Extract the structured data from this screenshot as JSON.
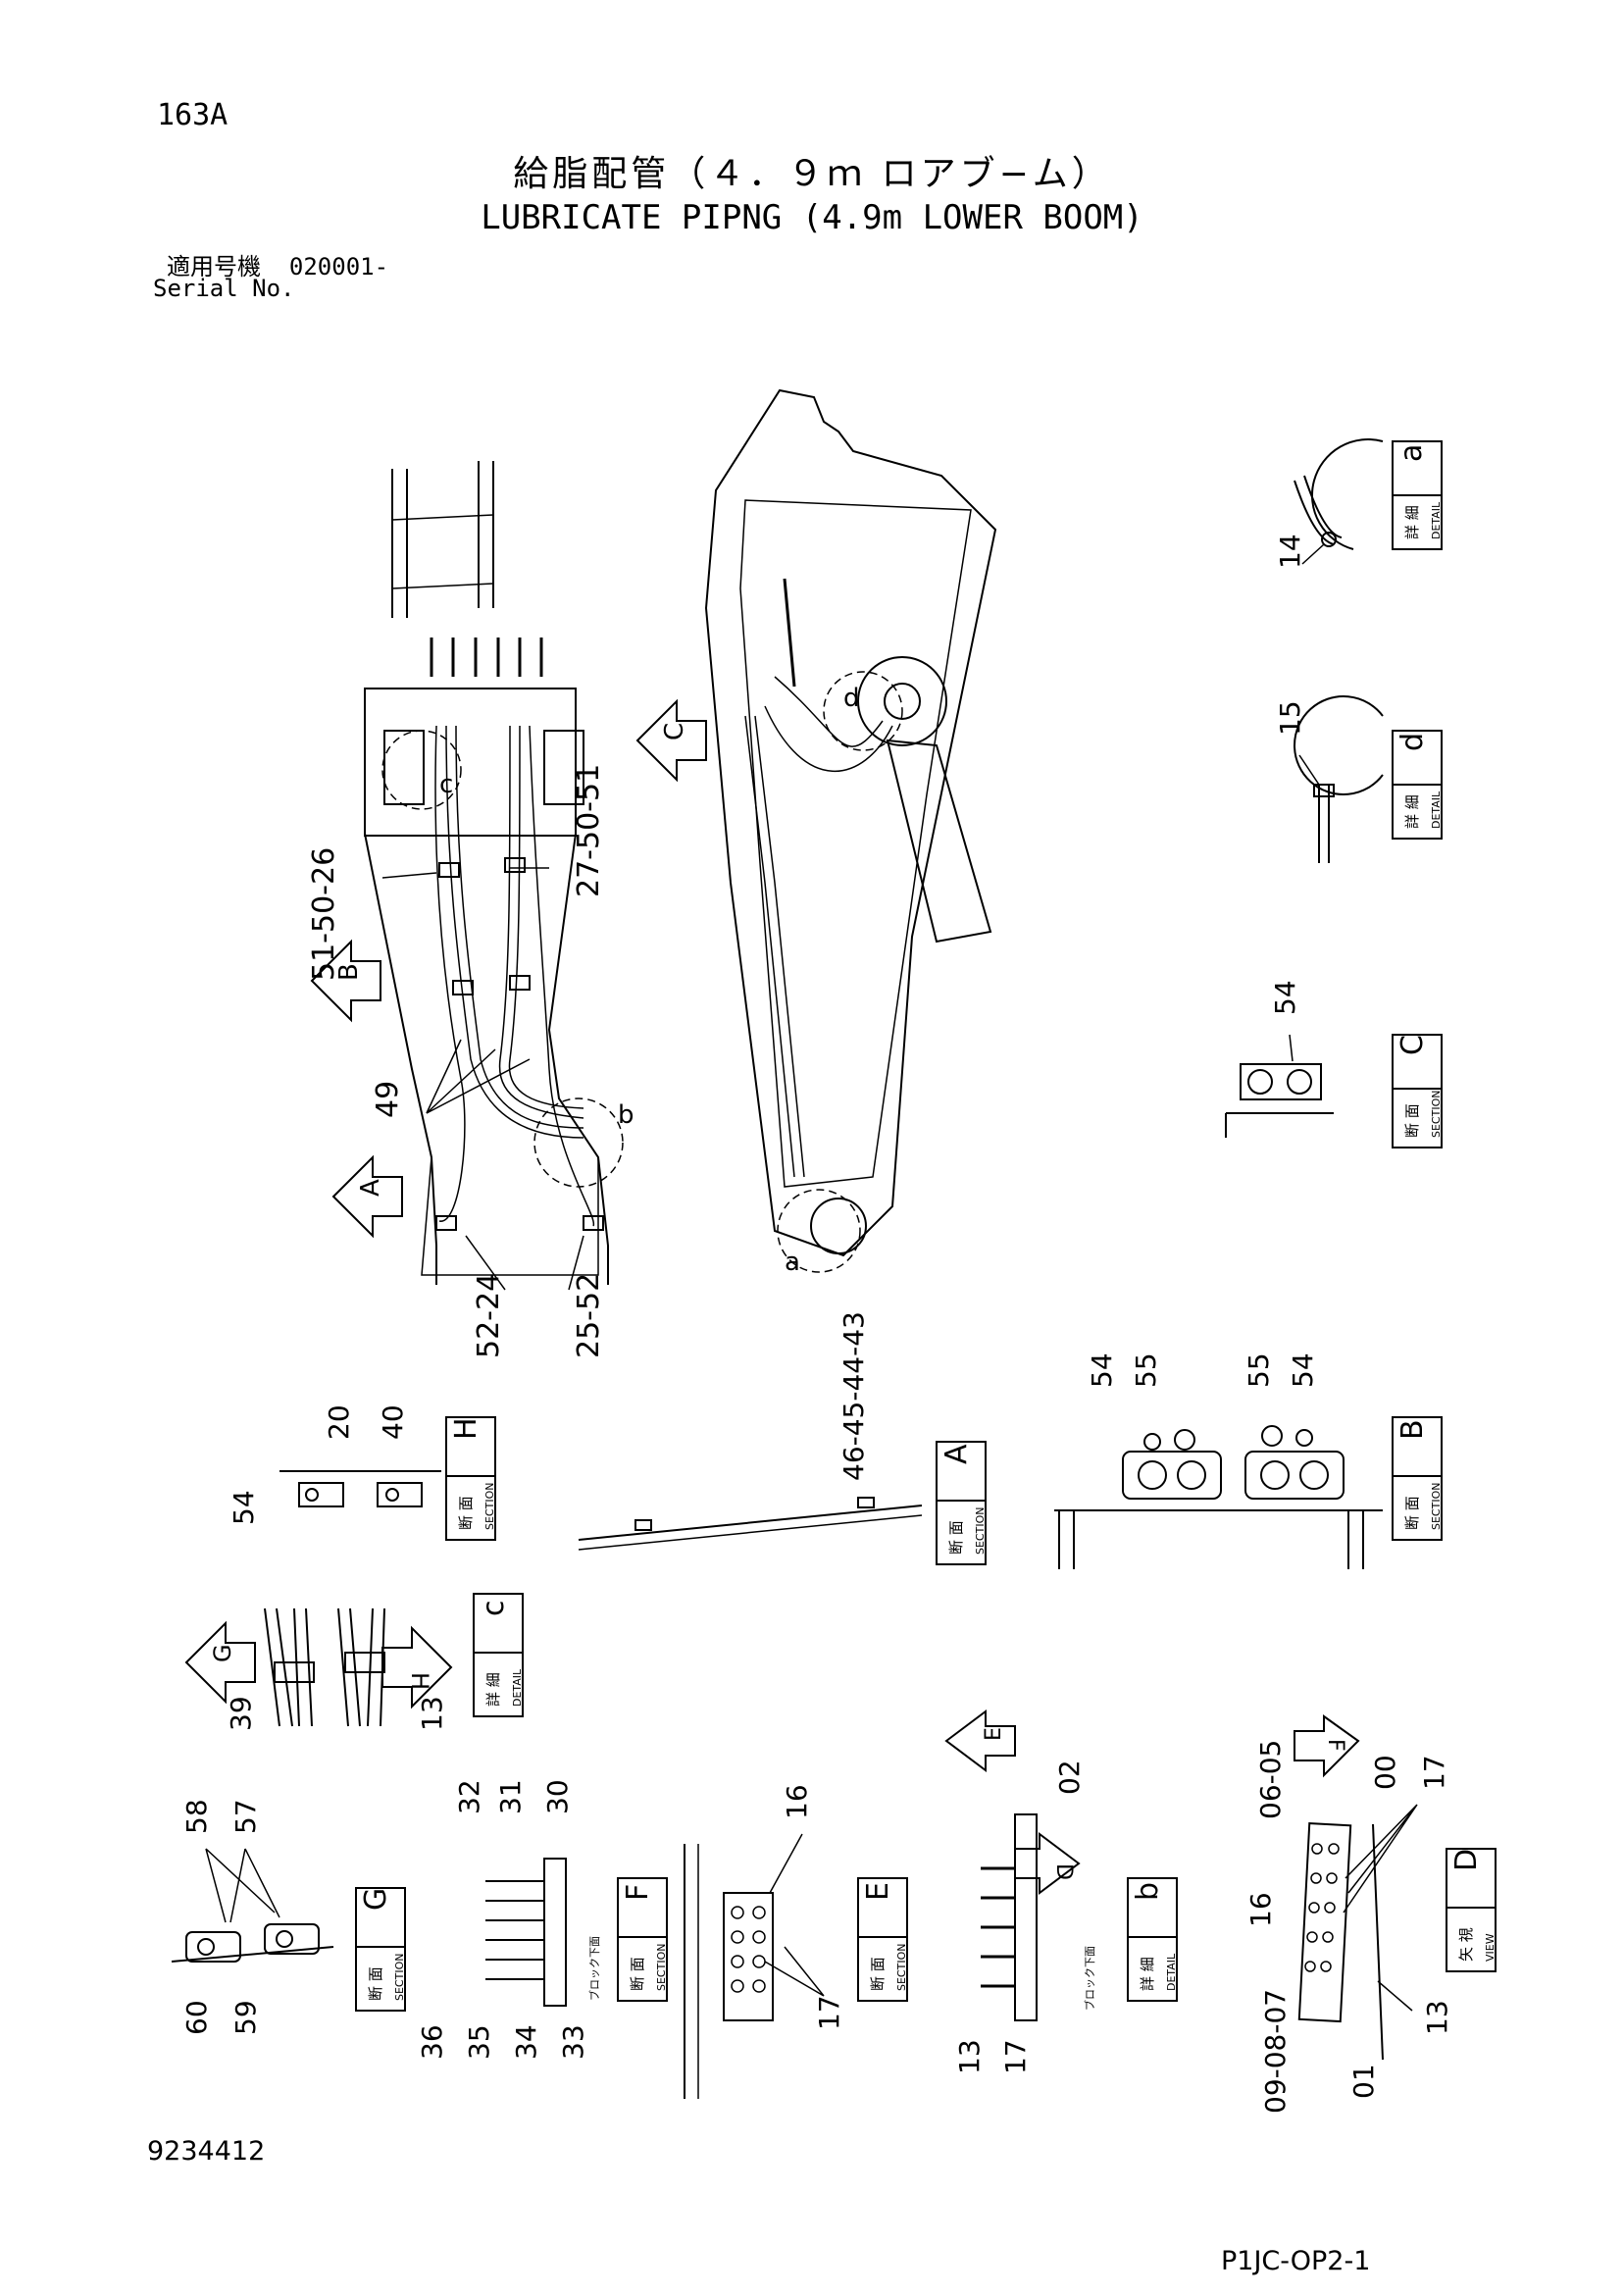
{
  "header": {
    "page_number": "163A",
    "title_jp": "給脂配管（４．９ｍ ロアブ−ム）",
    "title_en": "LUBRICATE PIPNG (4.9m LOWER BOOM)",
    "serial_label_jp": "適用号機",
    "serial_value": "020001-",
    "serial_label_en": "Serial No."
  },
  "footer": {
    "document_number": "9234412",
    "sheet_reference": "P1JC-OP2-1"
  },
  "panel_labels": {
    "section_jp": "断 面",
    "section_en": "SECTION",
    "detail_jp": "詳 細",
    "detail_en": "DETAIL",
    "view_jp": "矢 視",
    "view_en": "VIEW"
  },
  "panels": [
    {
      "letter": "a",
      "type": "detail"
    },
    {
      "letter": "d",
      "type": "detail"
    },
    {
      "letter": "C",
      "type": "section"
    },
    {
      "letter": "H",
      "type": "section"
    },
    {
      "letter": "A",
      "type": "section"
    },
    {
      "letter": "B",
      "type": "section"
    },
    {
      "letter": "c",
      "type": "detail"
    },
    {
      "letter": "G",
      "type": "section"
    },
    {
      "letter": "F",
      "type": "section"
    },
    {
      "letter": "E",
      "type": "section"
    },
    {
      "letter": "b",
      "type": "detail"
    },
    {
      "letter": "D",
      "type": "view"
    }
  ],
  "view_arrows": [
    "C",
    "B",
    "A",
    "G",
    "H",
    "E",
    "D",
    "F"
  ],
  "detail_circles": [
    "c",
    "b",
    "a",
    "d"
  ],
  "callouts": {
    "main_left": [
      "51-50-26",
      "27-50-51",
      "49",
      "52-24",
      "25-52"
    ],
    "detail_a": [
      "14"
    ],
    "detail_d": [
      "15"
    ],
    "section_C": [
      "54"
    ],
    "section_H": [
      "20",
      "40",
      "54"
    ],
    "section_A": [
      "46-45-44-43"
    ],
    "section_B": [
      "54",
      "55",
      "55",
      "54"
    ],
    "detail_c": [
      "39",
      "13"
    ],
    "section_G": [
      "58",
      "57",
      "60",
      "59"
    ],
    "section_F": [
      "32",
      "31",
      "30",
      "36",
      "35",
      "34",
      "33"
    ],
    "section_E": [
      "16",
      "17"
    ],
    "detail_b": [
      "02",
      "13",
      "17"
    ],
    "view_D": [
      "06-05",
      "00",
      "17",
      "16",
      "13",
      "09-08-07",
      "01"
    ]
  },
  "small_notes": [
    "ブロック下面",
    "ブロック下面"
  ]
}
